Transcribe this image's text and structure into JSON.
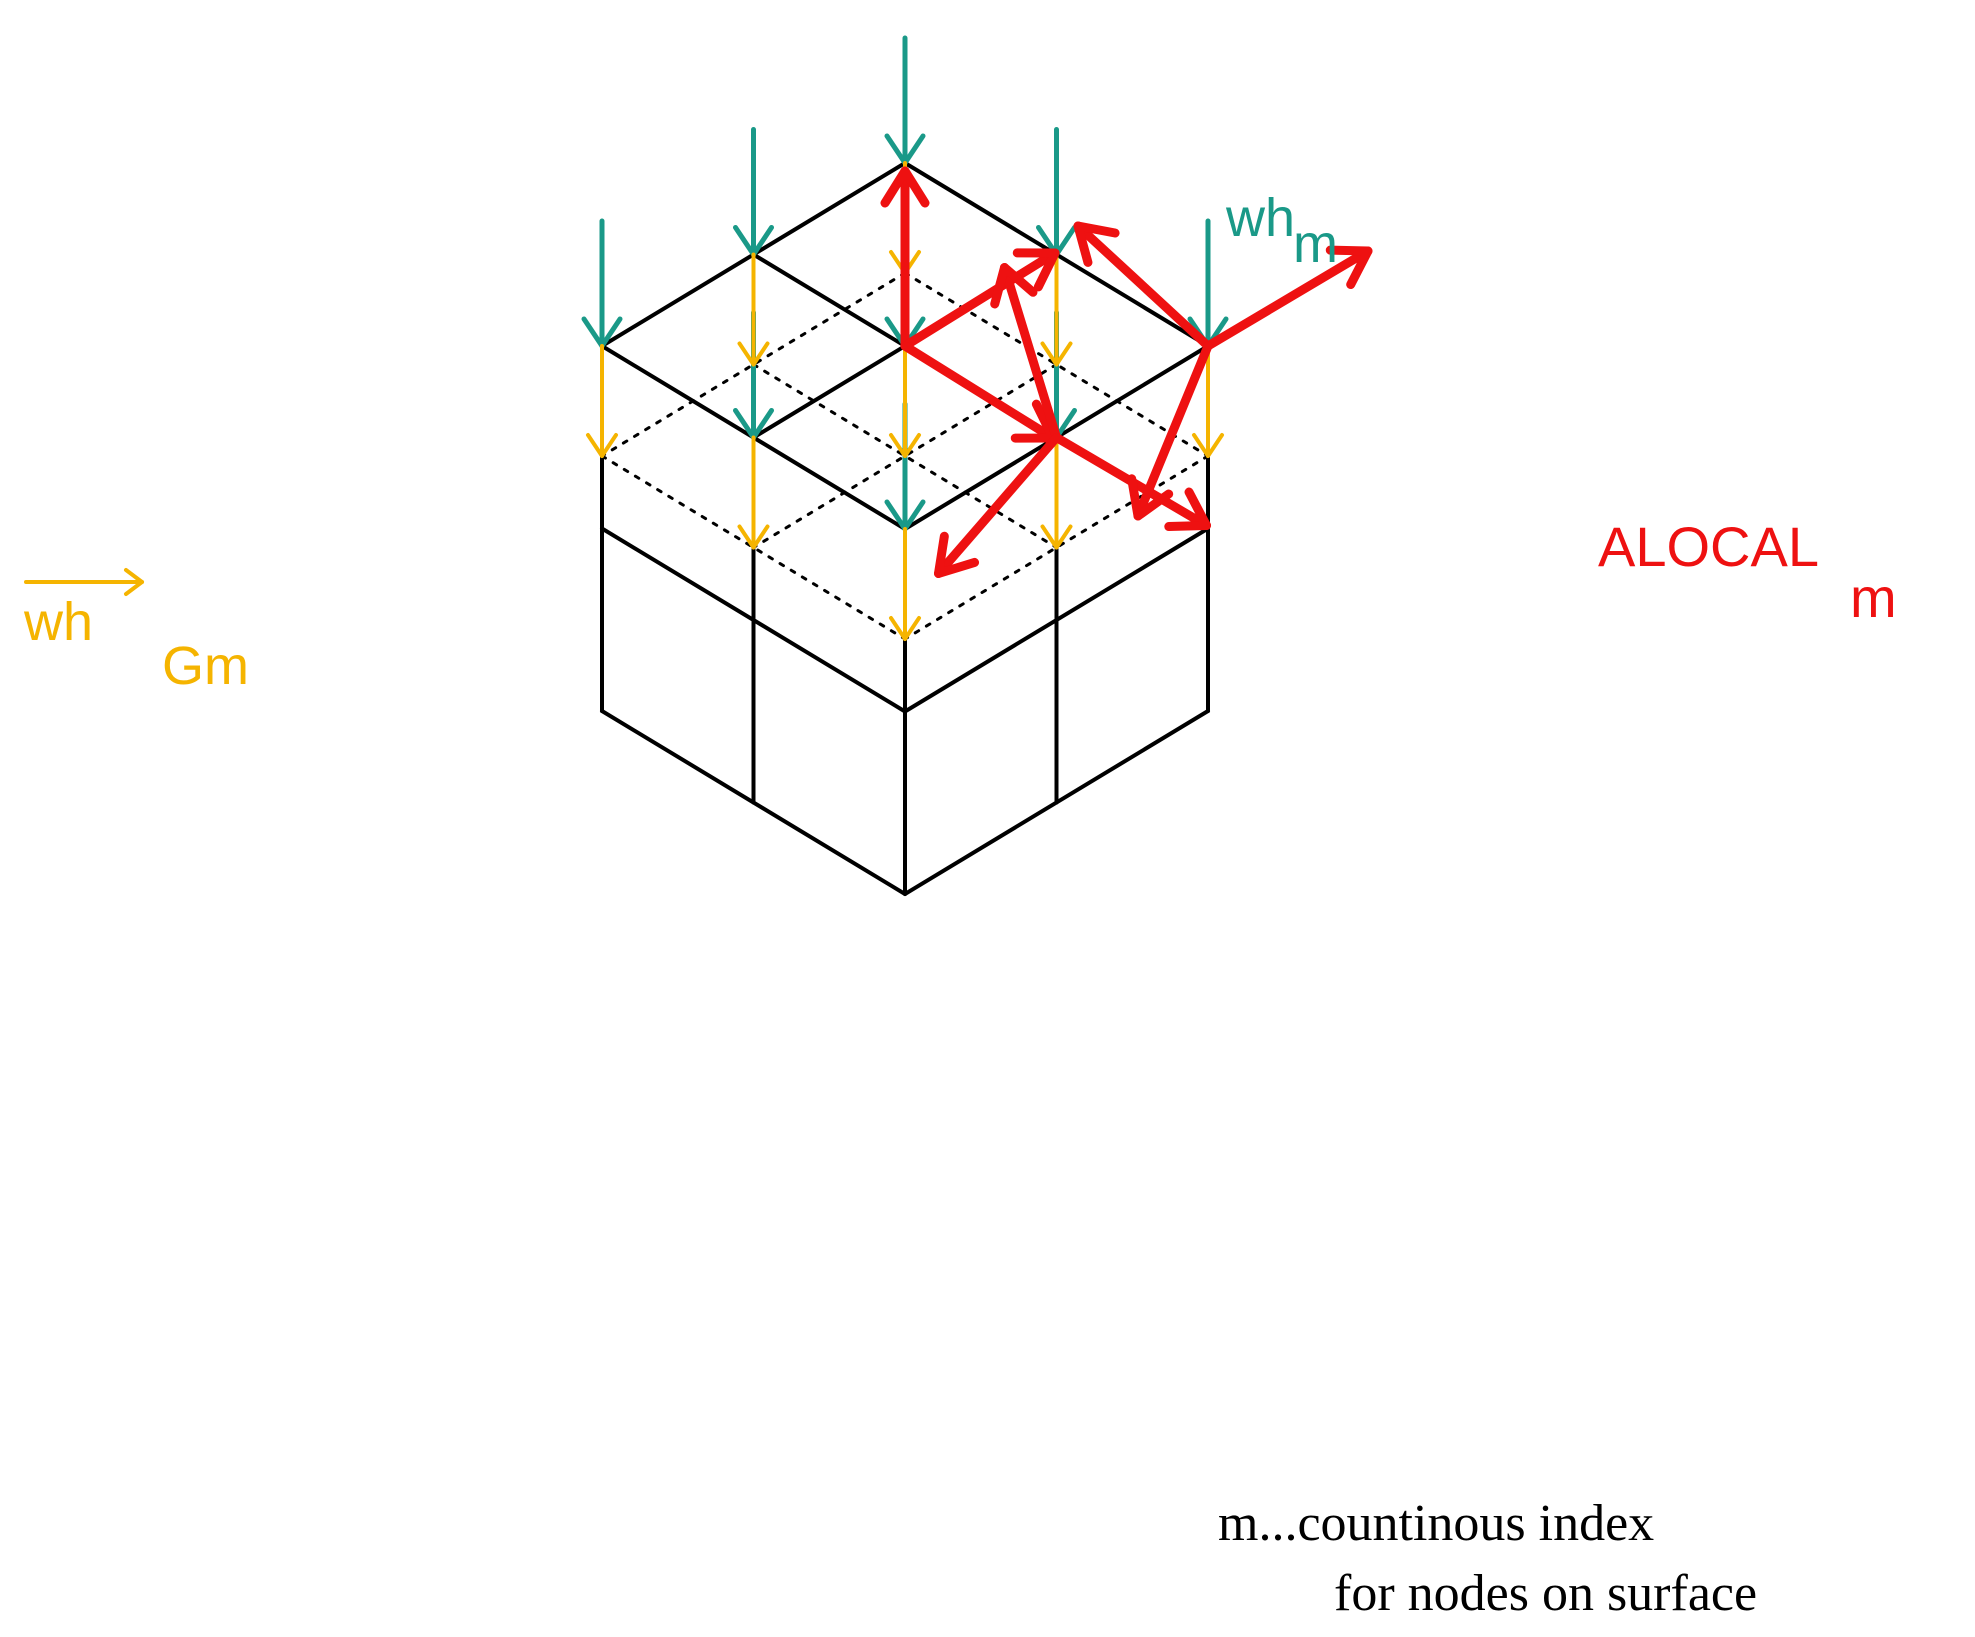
{
  "labels": {
    "wh_base": "wh",
    "wh_sub": "m",
    "whg_base": "wh",
    "whg_sub": "Gm",
    "alocal_base": "ALOCAL",
    "alocal_sub": "m",
    "note_line1": "m...countinous index",
    "note_line2": "for nodes on surface"
  },
  "colors": {
    "edges": "#000000",
    "dotted": "#000000",
    "teal_arrow": "#1a9988",
    "yellow_arrow": "#f5b400",
    "red_arrow": "#ee1111",
    "background": "#ffffff"
  },
  "arrows": {
    "teal_meaning": "wh_m",
    "yellow_meaning": "wh_Gm",
    "red_meaning": "ALOCAL_m"
  }
}
